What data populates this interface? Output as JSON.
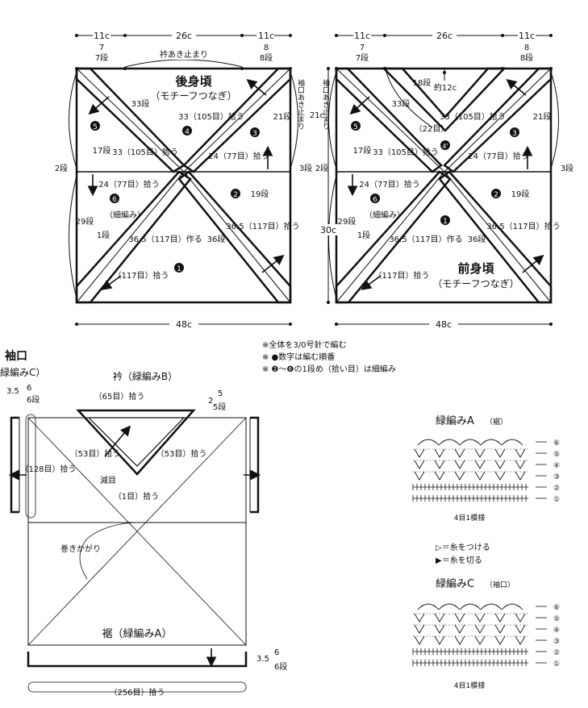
{
  "back": {
    "title": "後身頃",
    "subtitle": "（モチーフつなぎ）",
    "top_dims": [
      "11c",
      "26c",
      "11c"
    ],
    "bottom_dim": "48c",
    "neck_label": "衿あき止まり",
    "armhole_label": "袖口あき止まり",
    "right_dim": "21c",
    "left_7": "7段",
    "right_8": "8段",
    "r33_left": "33段",
    "r33_upper": "33（105目）拾う",
    "r21": "21段",
    "r17": "17段",
    "r33_lower": "33（105目）拾う",
    "r24_right": "24（77目）拾う",
    "left_2": "2段",
    "right_3": "3段",
    "r24_left": "24（77目）拾う",
    "r19": "19段",
    "r29": "29段",
    "hosoami": "（細編み）",
    "r1": "1段",
    "r365_center": "36.5（117目）作る",
    "r36": "36段",
    "r365_right": "36.5（117目）拾う",
    "r117": "（117目）拾う",
    "nums": [
      "5",
      "4",
      "3",
      "6",
      "2",
      "1"
    ]
  },
  "front": {
    "title": "前身頃",
    "subtitle": "（モチーフつなぎ）",
    "top_dims": [
      "11c",
      "26c",
      "11c"
    ],
    "bottom_dim": "48c",
    "left_dim": "30c",
    "armhole_label": "袖口あき止まり",
    "left_7": "7段",
    "right_8": "8段",
    "r18": "18段",
    "approx": "約12c",
    "r33_left": "33段",
    "r33_upper": "33（105目）拾う",
    "r22": "（22目）",
    "r21": "21段",
    "r17": "17段",
    "r33_lower": "33（105目）拾う",
    "r24_right": "24（77目）拾う",
    "left_2": "2段",
    "right_3": "3段",
    "r24_left": "24（77目）拾う",
    "r19": "19段",
    "r29": "29段",
    "hosoami": "（細編み）",
    "r1": "1段",
    "r365_center": "36.5（117目）作る",
    "r36": "36段",
    "r365_right": "36.5（117目）拾う",
    "r117": "（117目）拾う",
    "nums": [
      "5",
      "4'",
      "3",
      "6",
      "2",
      "1"
    ]
  },
  "notes": [
    "※全体を3/0号針で編む",
    "※ ●数字は編む順番",
    "※ ❷～❻の1段め（拾い目）は細編み"
  ],
  "assembly": {
    "sleeve_title": "袖口",
    "sleeve_sub": "緑編みC）",
    "collar_title": "衿（緑編みB）",
    "r35_left": "3.5",
    "r6_left": "6段",
    "r65": "（65目）拾う",
    "r2": "2",
    "r5": "5段",
    "r128": "（128目）拾う",
    "r53_left": "（53目）拾う",
    "r53_right": "（53目）拾う",
    "genmoku": "減目",
    "r1moku": "（1目）拾う",
    "makikagari": "巻きかがり",
    "hem_title": "裾（緑編みA）",
    "r35_right": "3.5",
    "r6_right": "6段",
    "r256": "（256目）拾う"
  },
  "charts": {
    "a_title": "緑編みA",
    "a_sub": "（裾）",
    "c_title": "緑編みC",
    "c_sub": "（袖口）",
    "rows": [
      "⑥",
      "⑤",
      "④",
      "③",
      "②",
      "①"
    ],
    "repeat": "4目1模様",
    "legend_attach": "▷＝糸をつける",
    "legend_cut": "▶＝糸を切る"
  }
}
